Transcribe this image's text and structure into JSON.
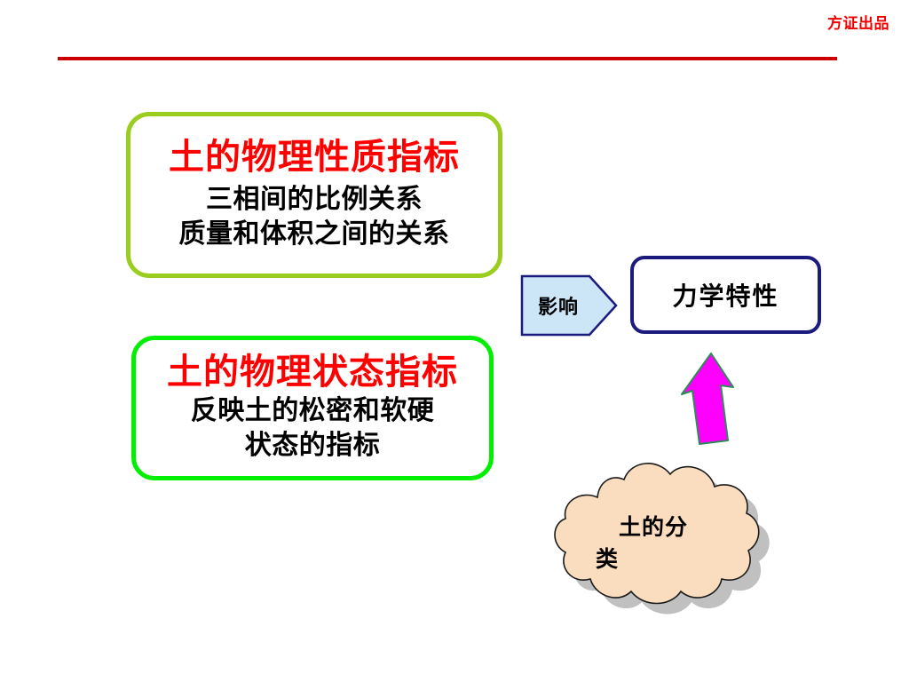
{
  "header": {
    "brand": "方证出品",
    "rule_color": "#CC0000"
  },
  "colors": {
    "title_red": "#FF0000",
    "box1_border": "#9ACD1E",
    "box2_border": "#00F000",
    "pentagon_fill": "#CCE5F7",
    "pentagon_border": "#1B1B7E",
    "mechanical_border": "#1B1B7E",
    "arrow_fill": "#FF00FF",
    "arrow_outline": "#2E8B57",
    "cloud_fill": "#FADCBE",
    "cloud_outline": "#000000",
    "cloud_shadow": "#808080"
  },
  "boxes": {
    "physical_properties": {
      "title": "土的物理性质指标",
      "line1": "三相间的比例关系",
      "line2": "质量和体积之间的关系"
    },
    "physical_state": {
      "title": "土的物理状态指标",
      "line1": "反映土的松密和软硬",
      "line2": "状态的指标"
    },
    "mechanical": {
      "label": "力学特性"
    }
  },
  "connectors": {
    "influence_label": "影响",
    "up_arrow_icon": "up-arrow-icon"
  },
  "cloud": {
    "line1": "土的分",
    "line2": "类"
  }
}
